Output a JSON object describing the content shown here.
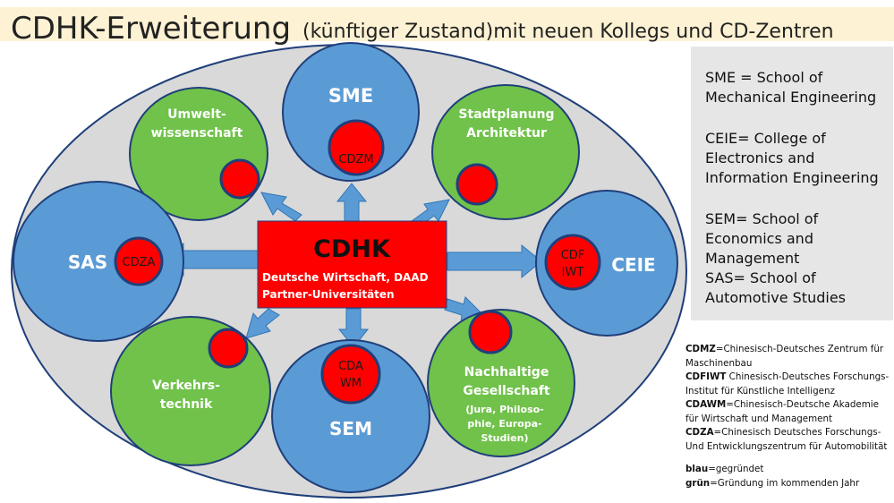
{
  "title": {
    "main": "CDHK-Erweiterung",
    "sub": "(künftiger Zustand)mit neuen Kollegs und CD-Zentren"
  },
  "center": {
    "title": "CDHK",
    "line1": "Deutsche Wirtschaft, DAAD",
    "line2": "Partner-Universitäten"
  },
  "nodes": {
    "sme": {
      "label": "SME",
      "center": "CDZM"
    },
    "sas": {
      "label": "SAS",
      "center": "CDZA"
    },
    "ceie": {
      "label": "CEIE",
      "center_l1": "CDF",
      "center_l2": "IWT"
    },
    "sem": {
      "label": "SEM",
      "center_l1": "CDA",
      "center_l2": "WM"
    },
    "umwelt": {
      "l1": "Umwelt-",
      "l2": "wissenschaft"
    },
    "stadt": {
      "l1": "Stadtplanung",
      "l2": "Architektur"
    },
    "verkehr": {
      "l1": "Verkehrs-",
      "l2": "technik"
    },
    "nachhaltig": {
      "l1": "Nachhaltige",
      "l2": "Gesellschaft",
      "s1": "(Jura, Philoso-",
      "s2": "phie, Europa-",
      "s3": "Studien)"
    }
  },
  "legend": [
    "SME = School of Mechanical Engineering",
    "CEIE= College of Electronics and Information Engineering",
    "SEM= School of Economics and Management",
    "SAS= School of Automotive Studies"
  ],
  "notes": [
    {
      "abbr": "CDMZ",
      "text": "=Chinesisch-Deutsches Zentrum für Maschinenbau"
    },
    {
      "abbr": "CDFIWT",
      "text": " Chinesisch-Deutsches Forschungs-Institut für Künstliche Intelligenz"
    },
    {
      "abbr": "CDAWM",
      "text": "=Chinesisch-Deutsche Akademie für Wirtschaft und Management"
    },
    {
      "abbr": "CDZA",
      "text": "=Chinesisch Deutsches Forschungs-Und Entwicklungszentrum für Automobilität"
    }
  ],
  "color_notes": [
    {
      "key": "blau",
      "text": "=gegründet"
    },
    {
      "key": "grün",
      "text": "=Gründung im kommenden  Jahr"
    }
  ],
  "colors": {
    "blue": "#5b9bd5",
    "green": "#70c24a",
    "red": "#ff0000",
    "ring_blue": "#1f3f7a",
    "oval": "#d9d9d9"
  }
}
